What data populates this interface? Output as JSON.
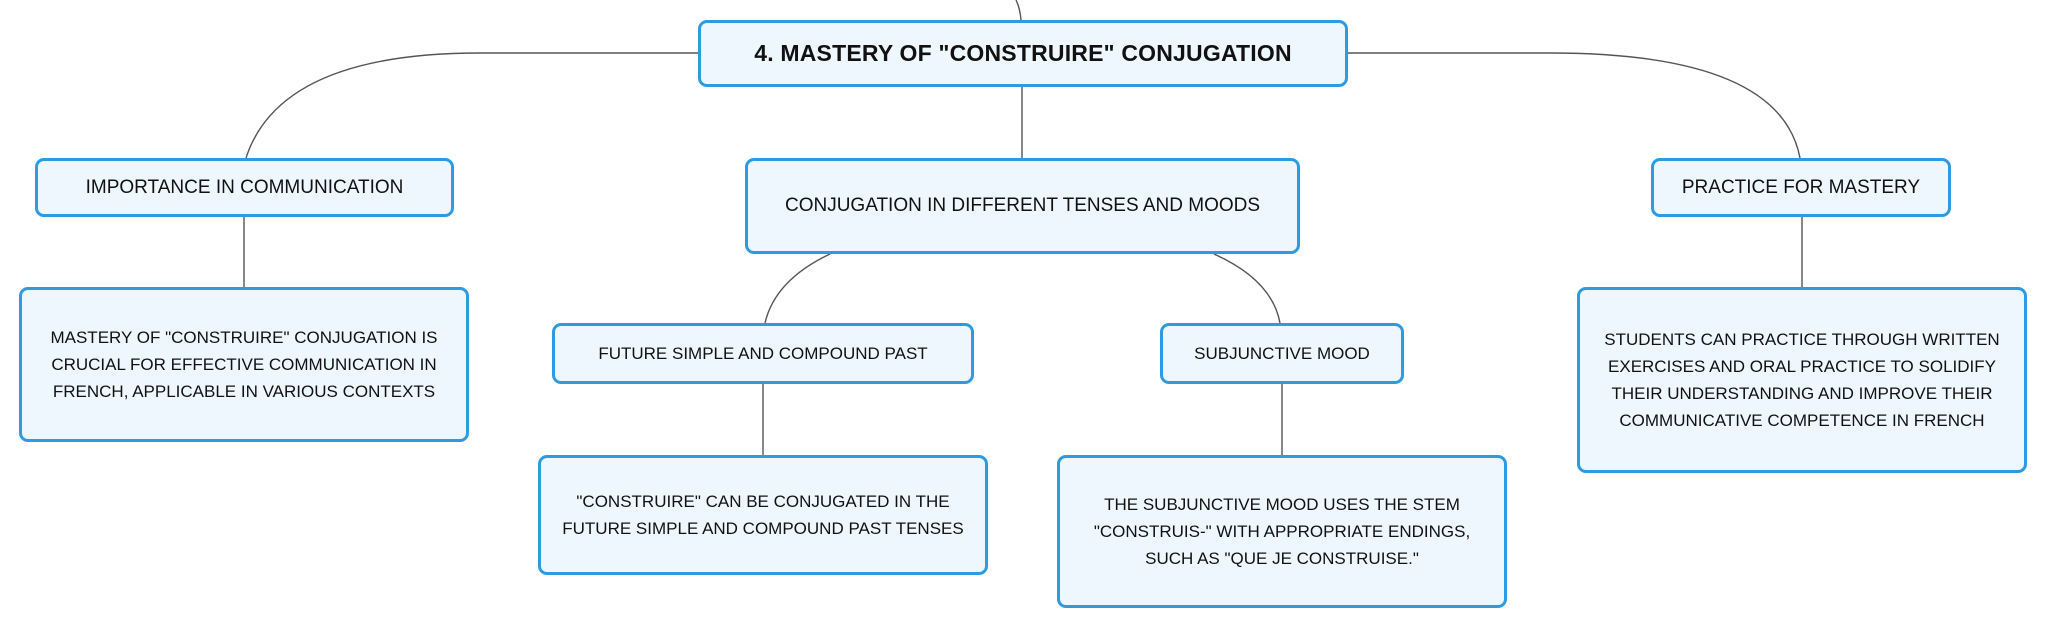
{
  "diagram": {
    "root": {
      "label": "4. MASTERY OF \"CONSTRUIRE\" CONJUGATION"
    },
    "branches": {
      "importance": {
        "label": "IMPORTANCE IN COMMUNICATION",
        "detail": "MASTERY OF \"CONSTRUIRE\" CONJUGATION IS CRUCIAL FOR EFFECTIVE COMMUNICATION IN FRENCH, APPLICABLE IN VARIOUS CONTEXTS"
      },
      "tenses": {
        "label": "CONJUGATION IN DIFFERENT TENSES AND MOODS",
        "children": {
          "future": {
            "label": "FUTURE SIMPLE AND COMPOUND PAST",
            "detail": "\"CONSTRUIRE\" CAN BE CONJUGATED IN THE FUTURE SIMPLE AND COMPOUND PAST TENSES"
          },
          "subjunctive": {
            "label": "SUBJUNCTIVE MOOD",
            "detail": "THE SUBJUNCTIVE MOOD USES THE STEM \"CONSTRUIS-\" WITH APPROPRIATE ENDINGS, SUCH AS \"QUE JE CONSTRUISE.\""
          }
        }
      },
      "practice": {
        "label": "PRACTICE FOR MASTERY",
        "detail": "STUDENTS CAN PRACTICE THROUGH WRITTEN EXERCISES AND ORAL PRACTICE TO SOLIDIFY THEIR UNDERSTANDING AND IMPROVE THEIR COMMUNICATIVE COMPETENCE IN FRENCH"
      }
    },
    "colors": {
      "node_border": "#2e9be0",
      "node_fill": "#eef7fe",
      "connector": "#555555",
      "text": "#111111"
    }
  }
}
